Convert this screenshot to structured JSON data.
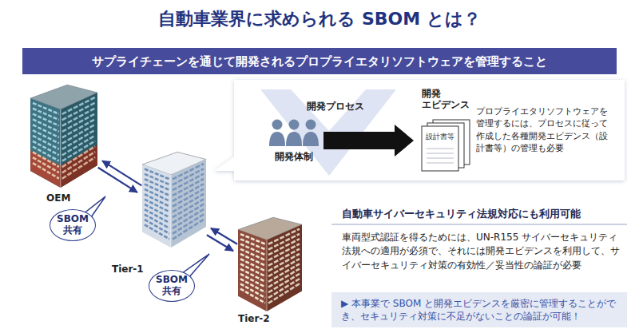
{
  "diagram": {
    "title": "自動車業界に求められる SBOM とは？",
    "nodes": [
      {
        "text": [
          "サプライチェーンを通じて開発されるプロプライエタリソフトウェアを管理すること"
        ]
      },
      {
        "text": [
          "OEM"
        ]
      },
      {
        "text": [
          "SBOM 共有"
        ]
      },
      {
        "text": [
          "Tier-1"
        ]
      },
      {
        "text": [
          "SBOM 共有"
        ]
      },
      {
        "text": [
          "Tier-2"
        ]
      },
      {
        "text": [
          "プロプライエタリソフトウェアを管理するには、プロセスに従って作成した各種開発エビデンス（設計書等）の管理も必要"
        ]
      },
      {
        "text": [
          "開発体制"
        ],
        "in": 6
      },
      {
        "text": [
          "開発 エビデンス",
          "設計書等"
        ],
        "in": 6
      },
      {
        "text": [
          "▶ 本事業で SBOM と開発エビデンスを厳密に管理することができ、セキュリティ対策に不足がないことの論証が可能！"
        ]
      }
    ],
    "edges": [
      {
        "from": 1,
        "to": 3,
        "arrow": "to"
      },
      {
        "from": 3,
        "to": 1,
        "arrow": "to"
      },
      {
        "from": 3,
        "to": 5,
        "arrow": "to"
      },
      {
        "from": 5,
        "to": 3,
        "arrow": "to"
      },
      {
        "from": 7,
        "to": 8,
        "arrow": "to"
      }
    ],
    "labels": [
      "開発プロセス",
      "自動車サイバーセキュリティ法規対応にも利用可能",
      "車両型式認証を得るためには、UN-R155 サイバーセキュリティ法規への適用が必須で、それには開発エビデンスを利用して、サイバーセキュリティ対策の有効性／妥当性の論証が必要"
    ]
  }
}
